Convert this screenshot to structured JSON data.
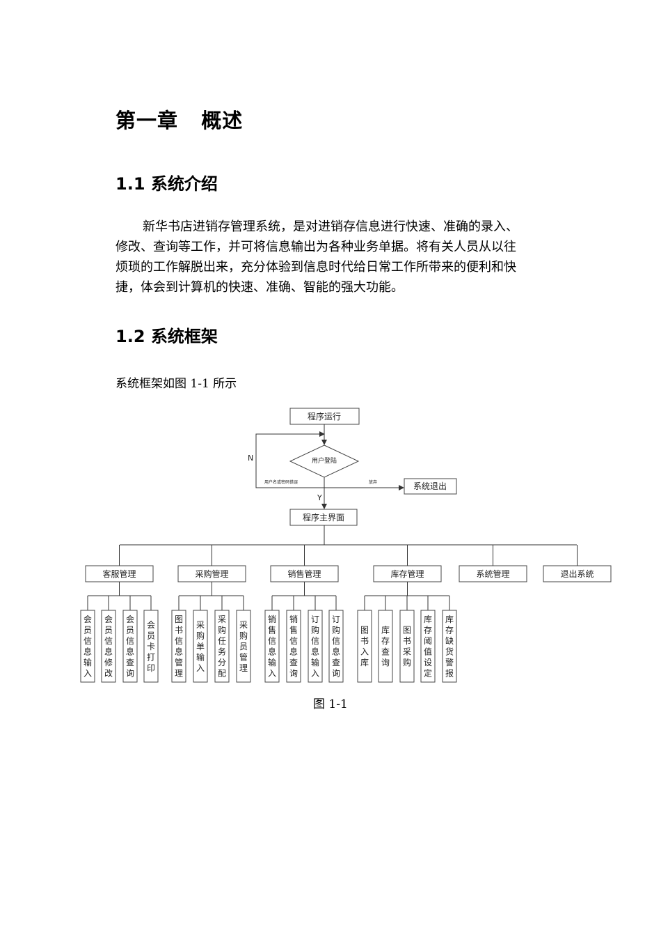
{
  "chapter": {
    "title": "第一章   概述"
  },
  "section1": {
    "title": "1.1 系统介绍",
    "lines": [
      "新华书店进销存管理系统，是对进销存信息进行快速、准确的录入、",
      "修改、查询等工作，并可将信息输出为各种业务单据。将有关人员从以往",
      "烦琐的工作解脱出来，充分体验到信息时代给日常工作所带来的便利和快",
      "捷，体会到计算机的快速、准确、智能的强大功能。"
    ]
  },
  "section2": {
    "title": "1.2 系统框架",
    "intro": "系统框架如图 1-1 所示"
  },
  "diagram": {
    "start": "程序运行",
    "login": "用户登陆",
    "no_label": "N",
    "yes_label": "Y",
    "error_label": "用户名或密码错误",
    "quit_label": "放弃",
    "exit": "系统退出",
    "main": "程序主界面",
    "modules": [
      {
        "label": "客服管理",
        "children": [
          "会员信息输入",
          "会员信息修改",
          "会员信息查询",
          "会员卡打印"
        ]
      },
      {
        "label": "采购管理",
        "children": [
          "图书信息管理",
          "采购单输入",
          "采购任务分配",
          "采购员管理"
        ]
      },
      {
        "label": "销售管理",
        "children": [
          "销售信息输入",
          "销售信息查询",
          "订购信息输入",
          "订购信息查询"
        ]
      },
      {
        "label": "库存管理",
        "children": [
          "图书入库",
          "库存查询",
          "图书采购",
          "库存阈值设定",
          "库存缺货警报"
        ]
      },
      {
        "label": "系统管理",
        "children": []
      },
      {
        "label": "退出系统",
        "children": []
      }
    ]
  },
  "figure_caption": "图 1-1"
}
